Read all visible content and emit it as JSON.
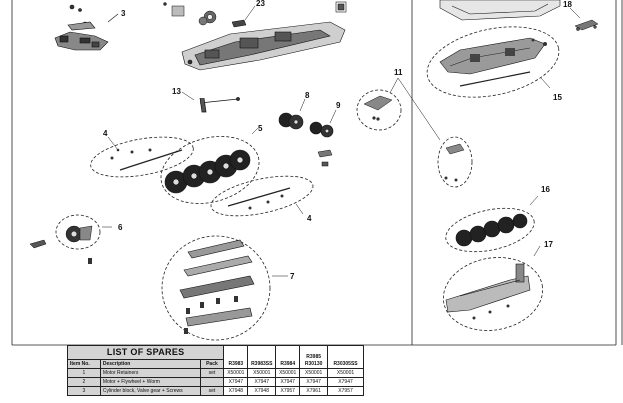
{
  "callouts": [
    "3",
    "23",
    "18",
    "11",
    "15",
    "13",
    "8",
    "9",
    "4",
    "5",
    "6",
    "16",
    "17",
    "7",
    "4"
  ],
  "spares_table": {
    "title": "LIST OF SPARES",
    "headers": {
      "item_no": "Item No.",
      "description": "Description",
      "pack": "Pack",
      "codes": [
        "R3983",
        "R3983SS",
        "R3984",
        "R3985\nR30130",
        "R30305SS"
      ]
    },
    "rows": [
      {
        "item": "1",
        "description": "Motor Retainers",
        "pack": "set",
        "codes": [
          "X50001",
          "X50001",
          "X50001",
          "X50001",
          "X50001"
        ]
      },
      {
        "item": "2",
        "description": "Motor + Flywheel + Worm",
        "pack": "",
        "codes": [
          "X7947",
          "X7947",
          "X7947",
          "X7947",
          "X7947"
        ]
      },
      {
        "item": "3",
        "description": "Cylinder block, Valve gear + Screws",
        "pack": "set",
        "codes": [
          "X7948",
          "X7948",
          "X7957",
          "X7961",
          "X7957"
        ]
      }
    ]
  }
}
